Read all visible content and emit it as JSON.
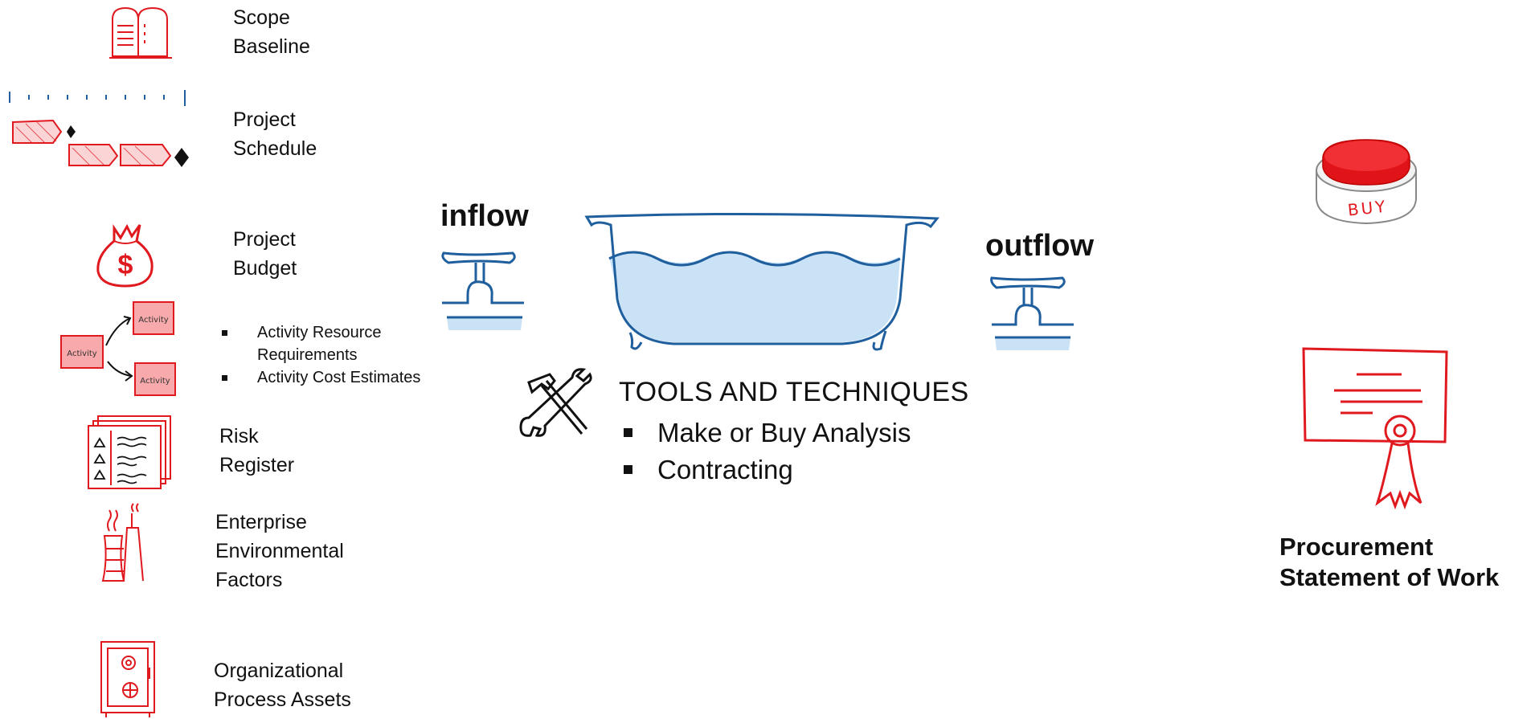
{
  "inputs": {
    "scope_baseline": [
      "Scope",
      "Baseline"
    ],
    "project_schedule": [
      "Project",
      "Schedule"
    ],
    "project_budget": [
      "Project",
      "Budget"
    ],
    "activity_items": [
      "Activity Resource Requirements",
      "Activity Cost Estimates"
    ],
    "activity_box_label": "Activity",
    "risk_register": [
      "Risk",
      "Register"
    ],
    "eef": [
      "Enterprise",
      "Environmental",
      "Factors"
    ],
    "opa": [
      "Organizational",
      "Process Assets"
    ]
  },
  "flow": {
    "inflow": "inflow",
    "outflow": "outflow"
  },
  "tools": {
    "heading": "TOOLS AND TECHNIQUES",
    "items": [
      "Make or Buy Analysis",
      "Contracting"
    ]
  },
  "outputs": {
    "buy_button_label": "BUY",
    "procurement_sow": [
      "Procurement",
      "Statement of Work"
    ]
  },
  "colors": {
    "sketch_red": "#e0191f",
    "sketch_blue": "#1f5f9e",
    "water_blue": "#c9e2f6"
  }
}
